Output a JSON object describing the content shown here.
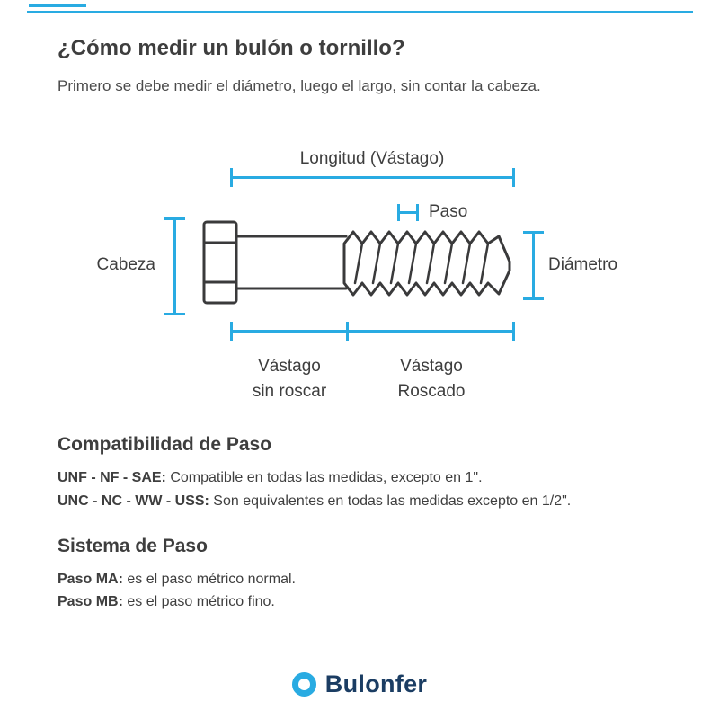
{
  "colors": {
    "accent": "#29ABE2",
    "text": "#3e3e3e",
    "ink": "#3a3a3b",
    "brand": "#1B3D63"
  },
  "header": {
    "title": "¿Cómo medir un bulón o tornillo?",
    "subtitle": "Primero se debe medir el diámetro, luego el largo, sin contar la cabeza."
  },
  "diagram": {
    "longitud": "Longitud (Vástago)",
    "paso": "Paso",
    "cabeza": "Cabeza",
    "diametro": "Diámetro",
    "vastago_sin_roscar_l1": "Vástago",
    "vastago_sin_roscar_l2": "sin roscar",
    "vastago_roscado_l1": "Vástago",
    "vastago_roscado_l2": "Roscado"
  },
  "sections": [
    {
      "heading": "Compatibilidad de Paso",
      "items": [
        {
          "term": "UNF - NF - SAE:",
          "desc": " Compatible en todas las medidas, excepto en 1\"."
        },
        {
          "term": "UNC - NC - WW - USS:",
          "desc": " Son equivalentes en todas las medidas excepto en 1/2\"."
        }
      ]
    },
    {
      "heading": "Sistema de Paso",
      "items": [
        {
          "term": "Paso MA:",
          "desc": " es el paso métrico normal."
        },
        {
          "term": "Paso MB:",
          "desc": " es el paso métrico fino."
        }
      ]
    }
  ],
  "footer": {
    "brand": "Bulonfer"
  }
}
